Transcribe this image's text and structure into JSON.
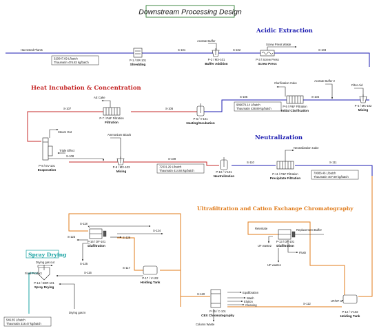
{
  "title": "Downstream Processing Design",
  "sections": {
    "acidic": "Acidic Extraction",
    "heat": "Heat Incubation & Concentration",
    "neutralization": "Neutralization",
    "ultra": "Ultrafiltration and Cation Exchange Chromatography",
    "spray": "Spray Drying"
  },
  "colors": {
    "title_border": "#2e7d32",
    "acidic": "#1b1bb0",
    "heat": "#c62828",
    "neutralization": "#1b1bb0",
    "ultra": "#e07b1a",
    "spray": "#1aa3a3",
    "black": "#222222"
  },
  "streams": {
    "s101": "S-101",
    "s102": "S-102",
    "s103": "S-103",
    "s104": "S-104",
    "s105": "S-105",
    "s106": "S-106",
    "s107": "S-107",
    "s108": "S-108",
    "s109": "S-109",
    "s110": "S-110",
    "s111": "S-111",
    "s112": "S-112",
    "s116": "S-116",
    "s117": "S-117",
    "s118": "S-118",
    "s120": "S-120",
    "s123": "S-123",
    "s124": "S-124",
    "s125": "S-125",
    "s126": "S-126"
  },
  "inputs": {
    "harvested": "Harvested Plants",
    "acetate1": "Acetate Buffer",
    "screw_waste": "Screw Press Waste",
    "clar_cake": "Clarification Cake",
    "acetate2": "Acetate Buffer 2",
    "filter_aid": "Filter Aid",
    "ae_cake": "AE Cake",
    "steam_out": "Steam Out",
    "triple_effect": "Triple Effect",
    "ammonium": "Ammonium Bicarb",
    "neut_cake": "Neutralization Cake",
    "replacement": "Replacement Buffer",
    "retentate": "Retentate",
    "flush": "Flush",
    "uf_waste2": "UF waste2",
    "uf_waste1": "UF waste1",
    "uf_df_a": "UF/DF a",
    "equilibration": "Equilibration",
    "wash": "Wash",
    "elution": "Elution",
    "cleaning": "Cleaning",
    "column_waste": "Column Waste",
    "drying_gas_out": "Drying gas out",
    "drying_gas_in": "Drying gas in",
    "final_product": "Final Product"
  },
  "equipment": {
    "p1": {
      "id": "P-1 / SR-101",
      "name": "Shredding"
    },
    "p2": {
      "id": "P-2 / MX-101",
      "name": "Buffer Addition"
    },
    "p3": {
      "id": "P-3 / Screw Press",
      "name": "Screw Press"
    },
    "p4": {
      "id": "P-4 / MX-102",
      "name": "Mixing"
    },
    "p5": {
      "id": "P-5 / P&F Filtration",
      "name": "Initial Clarification"
    },
    "p6": {
      "id": "P-6 / V-101",
      "name": "Heating/Incubation"
    },
    "p7": {
      "id": "P-7 / P&F Filtration",
      "name": "Filtration"
    },
    "p8": {
      "id": "P-8 / EV-101",
      "name": "Evaporation"
    },
    "p9": {
      "id": "P-9 / MX-103",
      "name": "Mixing"
    },
    "p10": {
      "id": "P-10 / V-101",
      "name": "Neutralization"
    },
    "p11": {
      "id": "P-11 / P&F Filtration",
      "name": "Precipitate Filtration"
    },
    "p12": {
      "id": "P-12 / V-102",
      "name": "Holding Tank"
    },
    "p13": {
      "id": "P-13 / DF-101",
      "name": "Diafiltration"
    },
    "p14": {
      "id": "P-14 / SDR-101",
      "name": "Spray Drying"
    },
    "p15": {
      "id": "P-15 / C-101"
    },
    "p15b": {
      "name": "CEX Chromatography"
    },
    "p16": {
      "id": "P-16 / DF-101",
      "name": "Diafiltration"
    },
    "p17": {
      "id": "P-17 / V-102",
      "name": "Holding Tank"
    }
  },
  "flowboxes": {
    "harvest": {
      "l1": "320047.69 L/batch",
      "l2": "Thaumatin 476.83 kg/batch"
    },
    "s105": {
      "l1": "989679.14 L/batch",
      "l2": "Thaumatin 438.89 kg/batch"
    },
    "s109": {
      "l1": "72331.29 L/batch",
      "l2": "Thaumatin 414.84 kg/batch"
    },
    "s111": {
      "l1": "70086.46 L/batch",
      "l2": "Thaumatin 407.69 kg/batch"
    },
    "final": {
      "l1": "546.85 L/batch",
      "l2": "Thaumatin 318.47 kg/batch"
    }
  }
}
